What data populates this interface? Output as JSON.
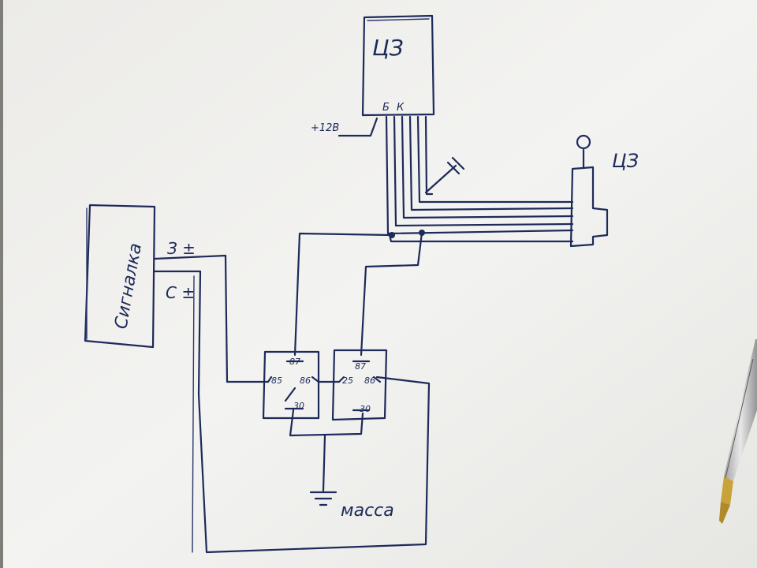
{
  "labels": {
    "cz_top": "ЦЗ",
    "cz_right": "ЦЗ",
    "b_pin": "Б",
    "k_pin": "К",
    "plus12": "+12В",
    "alarm": "Сигналка",
    "z_pm": "З ±",
    "c_pm": "С ±",
    "relay1": {
      "p87": "87",
      "p85": "85",
      "p86": "86",
      "p30": "30"
    },
    "relay2": {
      "p87": "87",
      "p85": "25",
      "p86": "86",
      "p30": "30"
    },
    "ground": "масса"
  },
  "colors": {
    "ink": "#1d2a5a",
    "paper": "#f0f0ed"
  }
}
